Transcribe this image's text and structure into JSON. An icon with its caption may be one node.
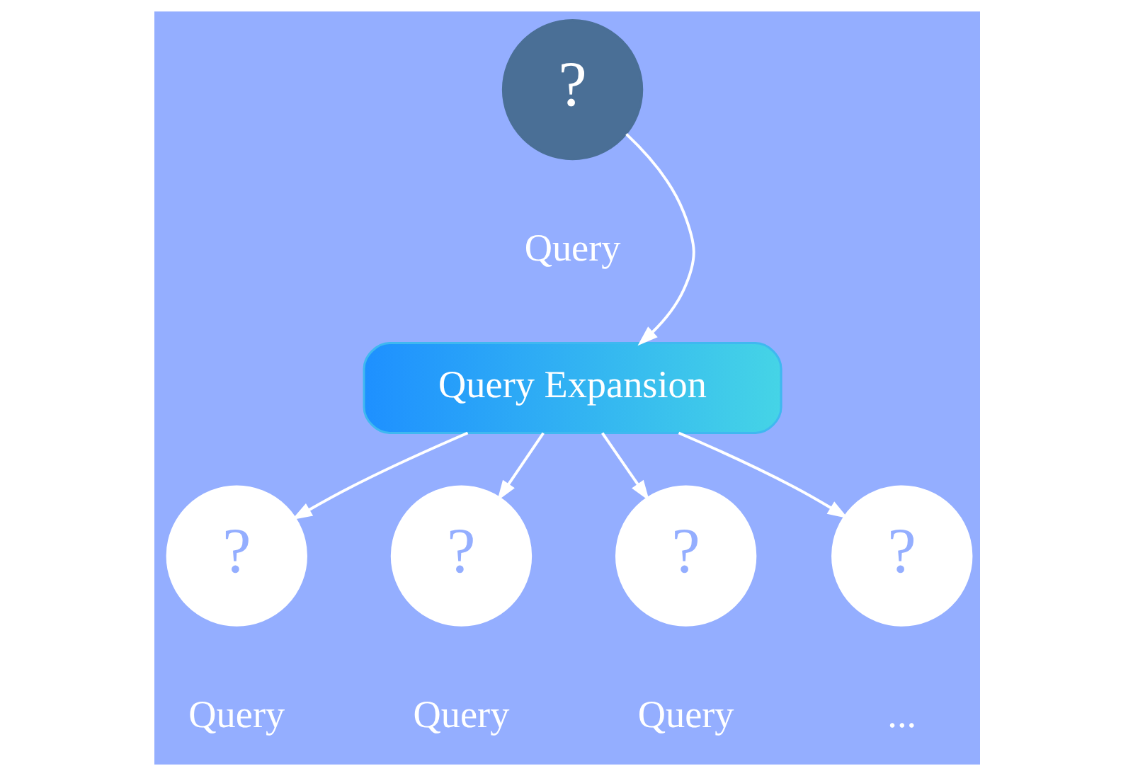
{
  "diagram": {
    "nodes": [
      {
        "text": [
          "?"
        ],
        "beside": [
          "Query"
        ]
      },
      {
        "text": [
          "Query Expansion"
        ]
      },
      {
        "text": [
          "?"
        ],
        "beside": [
          "Query"
        ]
      },
      {
        "text": [
          "?"
        ],
        "beside": [
          "Query"
        ]
      },
      {
        "text": [
          "?"
        ],
        "beside": [
          "Query"
        ]
      },
      {
        "text": [
          "?"
        ],
        "beside": [
          "..."
        ]
      }
    ],
    "edges": [
      {
        "from": 0,
        "to": 1,
        "arrow": "to"
      },
      {
        "from": 1,
        "to": 2,
        "arrow": "to"
      },
      {
        "from": 1,
        "to": 3,
        "arrow": "to"
      },
      {
        "from": 1,
        "to": 4,
        "arrow": "to"
      },
      {
        "from": 1,
        "to": 5,
        "arrow": "to"
      }
    ]
  }
}
